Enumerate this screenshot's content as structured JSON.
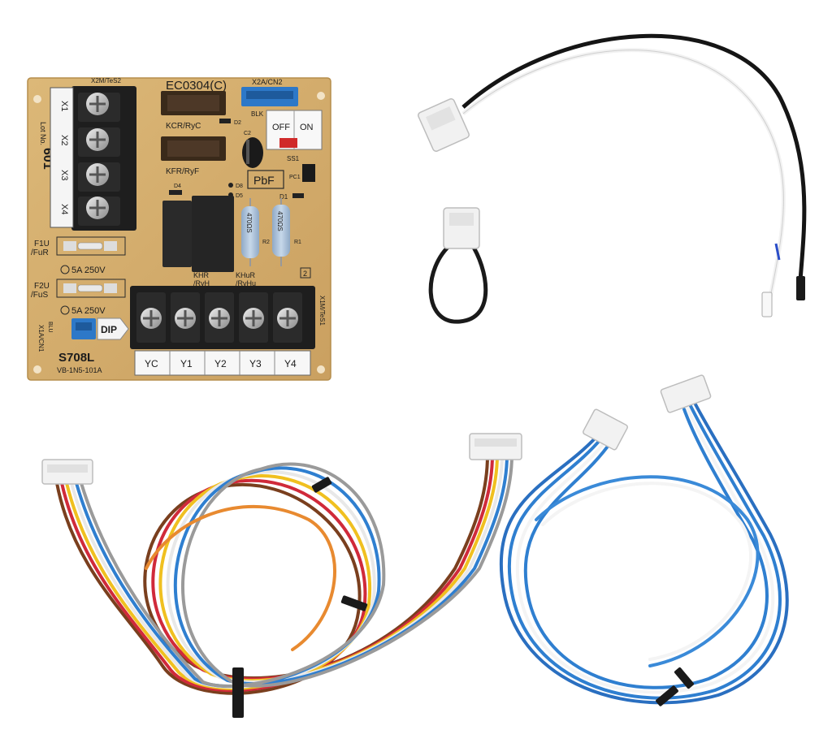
{
  "board": {
    "part_number": "EC0304(C)",
    "model": "S708L",
    "model_sub": "VB-1N5-101A",
    "lot_label": "Lot No.",
    "lot_number": "601",
    "pbf_mark": "PbF",
    "top_connector_label": "X2M/TeS2",
    "top_right_connector_label": "X2A/CN2",
    "top_right_connector_color": "BLK",
    "dip_switch_off": "OFF",
    "dip_switch_on": "ON",
    "ss1_label": "SS1",
    "relay_kcr": "KCR/RyC",
    "relay_kfr": "KFR/RyF",
    "relay_khr": "KHR\n/RyH",
    "relay_khur": "KHuR\n/RyHu",
    "fuse1_label": "F1U\n/FuR",
    "fuse2_label": "F2U\n/FuS",
    "fuse_rating": "5A 250V",
    "dip_label": "DIP",
    "left_connector_label": "X1A/CN1",
    "left_connector_color": "BLU",
    "right_terminal_label": "X1M/TeS1",
    "upper_terminals": [
      "X1",
      "X2",
      "X3",
      "X4"
    ],
    "lower_terminals": [
      "YC",
      "Y1",
      "Y2",
      "Y3",
      "Y4"
    ],
    "resistor_value": "470ΩS",
    "component_labels": {
      "c2": "C2",
      "d1": "D1",
      "d2": "D2",
      "d4": "D4",
      "d5": "D5",
      "d8": "D8",
      "r1": "R1",
      "r2": "R2",
      "pc1": "PC1",
      "ref2": "2"
    }
  },
  "colors": {
    "board": "#d9b470",
    "terminal_block": "#1e1e1e",
    "connector": "#f2f2f2",
    "wire_blue": "#2f7fd0",
    "wire_white": "#f4f4f4",
    "wire_black": "#151515"
  }
}
